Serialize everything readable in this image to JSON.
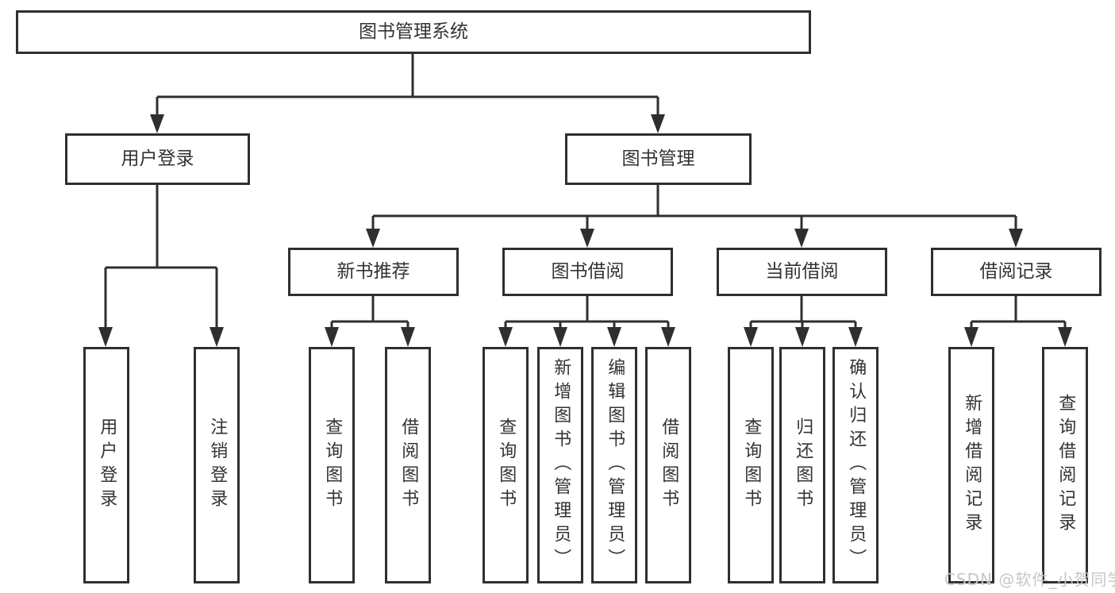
{
  "colors": {
    "line": "#2f2f2f",
    "border": "#2f2f2f",
    "box_fill": "#ffffff",
    "text": "#333333",
    "watermark": "#c6c6c6",
    "background": "#ffffff"
  },
  "watermark": {
    "text": "CSDN @软件_小贺同学"
  },
  "tree": {
    "root": {
      "label": "图书管理系统",
      "children": [
        {
          "label": "用户登录",
          "children": [
            {
              "label": "用户登录"
            },
            {
              "label": "注销登录"
            }
          ]
        },
        {
          "label": "图书管理",
          "children": [
            {
              "label": "新书推荐",
              "children": [
                {
                  "label": "查询图书"
                },
                {
                  "label": "借阅图书"
                }
              ]
            },
            {
              "label": "图书借阅",
              "children": [
                {
                  "label": "查询图书"
                },
                {
                  "label": "新增图书（管理员）"
                },
                {
                  "label": "编辑图书（管理员）"
                },
                {
                  "label": "借阅图书"
                }
              ]
            },
            {
              "label": "当前借阅",
              "children": [
                {
                  "label": "查询图书"
                },
                {
                  "label": "归还图书"
                },
                {
                  "label": "确认归还（管理员）"
                }
              ]
            },
            {
              "label": "借阅记录",
              "children": [
                {
                  "label": "新增借阅记录"
                },
                {
                  "label": "查询借阅记录"
                }
              ]
            }
          ]
        }
      ]
    }
  }
}
